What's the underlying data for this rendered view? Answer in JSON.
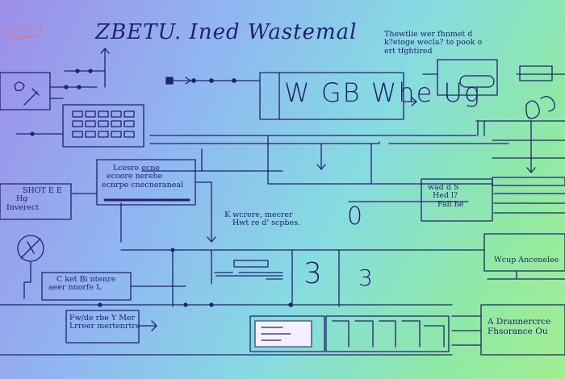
{
  "title": "ZBETU. Ined Wastemal",
  "top_note": [
    "Thewtlie wer fhnmet d",
    "k?etoge wecla? to pook o",
    "ert tfghtired"
  ],
  "center_box_text": "W GB Whe  Ug",
  "left_panel_1": [
    "SHOT E E",
    "Hg",
    "Inverect"
  ],
  "left_panel_2": [
    "Lcesre ecne",
    "ecoore nerehe",
    "ecnrpe cnecneraneal"
  ],
  "mid_note": [
    "K wcrere, mecrer",
    "Hwt re d' scpbes."
  ],
  "right_note": [
    "wad d S",
    "Hed l?",
    "Fall he"
  ],
  "bottom_left_1": [
    "C ket Bi ntenre",
    "aeer nnorfe L"
  ],
  "bottom_left_2": [
    "Fw/de rbe Y Mer",
    "Lrreer mertenrtre"
  ],
  "right_bottom_label": "Wcup Ancenelee",
  "right_bottom_panel": [
    "A Drannercrce",
    "Fhsorance Ou"
  ],
  "numerals": [
    "0",
    "3",
    "3"
  ],
  "palette": {
    "ink": "#221f6e"
  }
}
